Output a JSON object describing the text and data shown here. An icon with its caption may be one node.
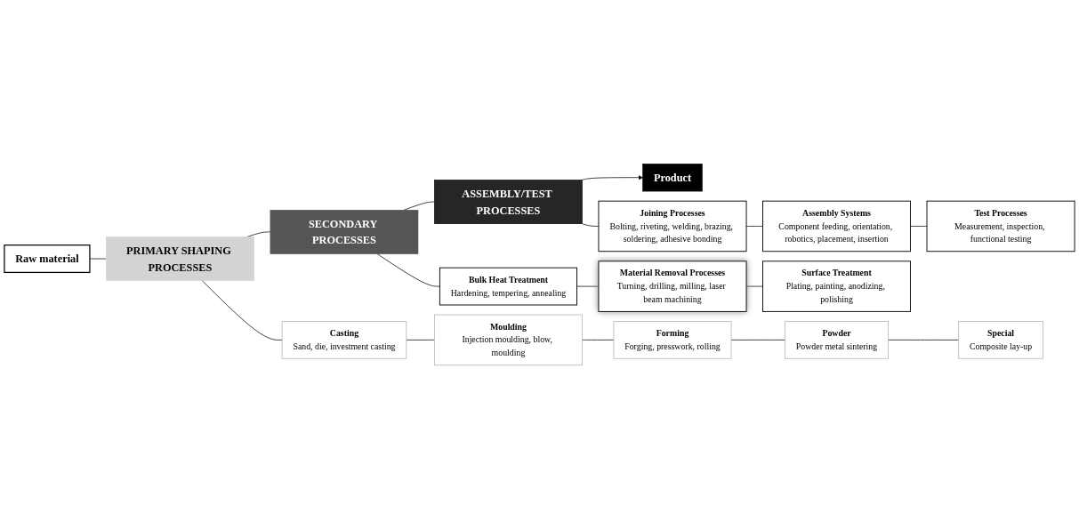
{
  "diagram": {
    "nodes": [
      {
        "text": [
          "Raw material"
        ]
      },
      {
        "text": [
          "PRIMARY SHAPING PROCESSES"
        ]
      },
      {
        "text": [
          "SECONDARY PROCESSES"
        ]
      },
      {
        "text": [
          "ASSEMBLY/TEST PROCESSES"
        ]
      },
      {
        "text": [
          "Product"
        ]
      },
      {
        "text": [
          "Casting",
          "Sand, die, investment casting"
        ]
      },
      {
        "text": [
          "Moulding",
          "Injection moulding, blow, moulding"
        ]
      },
      {
        "text": [
          "Forming",
          "Forging, presswork, rolling"
        ]
      },
      {
        "text": [
          "Powder",
          "Powder metal sintering"
        ]
      },
      {
        "text": [
          "Special",
          "Composite lay-up"
        ]
      },
      {
        "text": [
          "Bulk Heat Treatment",
          "Hardening, tempering, annealing"
        ]
      },
      {
        "text": [
          "Material Removal Processes",
          "Turning, drilling, milling, laser beam machining"
        ]
      },
      {
        "text": [
          "Surface Treatment",
          "Plating, painting, anodizing, polishing"
        ]
      },
      {
        "text": [
          "Joining Processes",
          "Bolting, riveting, welding, brazing, soldering, adhesive bonding"
        ]
      },
      {
        "text": [
          "Assembly Systems",
          "Component feeding, orientation, robotics, placement, insertion"
        ]
      },
      {
        "text": [
          "Test Processes",
          "Measurement, inspection, functional testing"
        ]
      }
    ],
    "edges": [
      {
        "from": 0,
        "to": 1,
        "arrow": "none"
      },
      {
        "from": 1,
        "to": 2,
        "arrow": "none"
      },
      {
        "from": 2,
        "to": 3,
        "arrow": "none"
      },
      {
        "from": 3,
        "to": 4,
        "arrow": "to"
      },
      {
        "from": 1,
        "to": 5,
        "arrow": "none"
      },
      {
        "from": 5,
        "to": 6,
        "arrow": "none"
      },
      {
        "from": 6,
        "to": 7,
        "arrow": "none"
      },
      {
        "from": 7,
        "to": 8,
        "arrow": "none"
      },
      {
        "from": 8,
        "to": 9,
        "arrow": "none"
      },
      {
        "from": 2,
        "to": 10,
        "arrow": "none"
      },
      {
        "from": 10,
        "to": 11,
        "arrow": "none"
      },
      {
        "from": 11,
        "to": 12,
        "arrow": "none"
      },
      {
        "from": 3,
        "to": 13,
        "arrow": "none"
      },
      {
        "from": 13,
        "to": 14,
        "arrow": "none"
      },
      {
        "from": 14,
        "to": 15,
        "arrow": "none"
      }
    ]
  }
}
